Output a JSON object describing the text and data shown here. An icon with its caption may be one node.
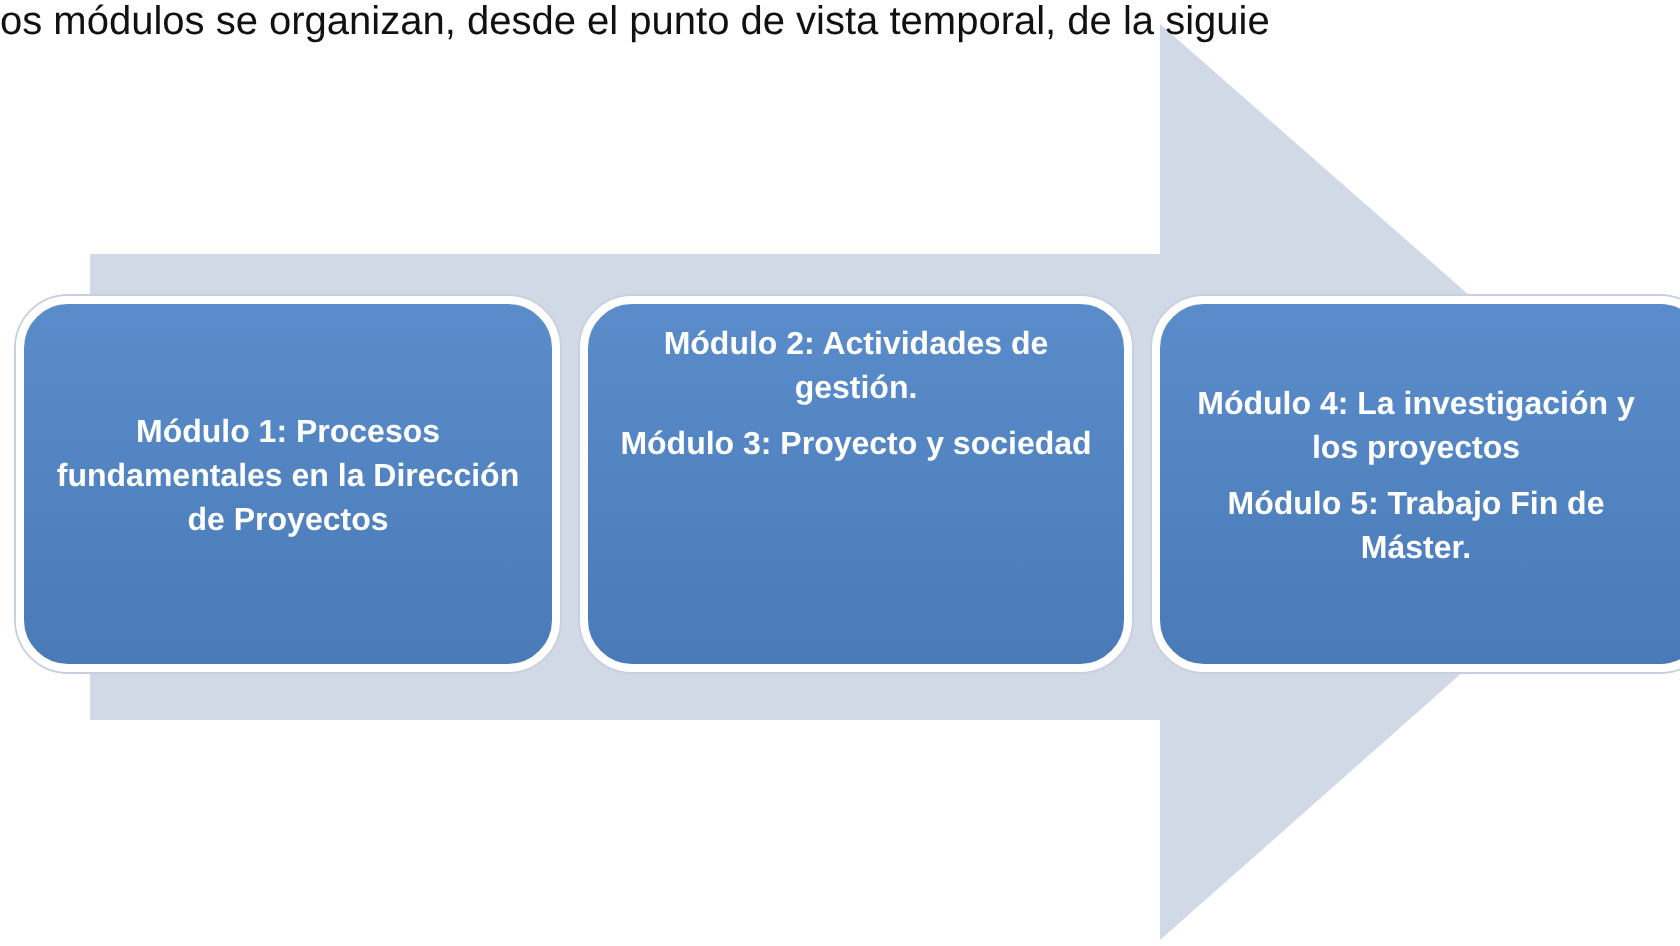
{
  "diagram": {
    "nodes": [
      {
        "text": [
          "Módulo 1: Procesos fundamentales en la Dirección de Proyectos"
        ]
      },
      {
        "text": [
          "Módulo 2: Actividades de gestión.",
          "Módulo 3: Proyecto y sociedad"
        ]
      },
      {
        "text": [
          "Módulo 4: La investigación y los proyectos",
          "Módulo 5: Trabajo Fin de Máster."
        ]
      }
    ],
    "edges": [
      {
        "from": 0,
        "to": 2,
        "arrow": "to"
      }
    ],
    "labels": [
      "os módulos se organizan, desde el punto de vista temporal, de la siguie"
    ]
  }
}
